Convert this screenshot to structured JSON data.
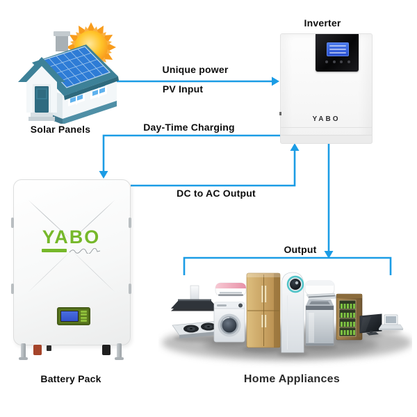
{
  "nodes": {
    "solar": {
      "label": "Solar Panels"
    },
    "inverter": {
      "label": "Inverter",
      "brand": "YABO"
    },
    "battery": {
      "label": "Battery Pack",
      "brand": "YABO"
    },
    "appliances": {
      "label": "Home Appliances"
    }
  },
  "connections": {
    "pv_title": "Unique power",
    "pv_sub": "PV Input",
    "charging": "Day-Time Charging",
    "discharge": "DC to AC Output",
    "output": "Output"
  },
  "colors": {
    "arrow_blue": "#1B9CE5",
    "brand_green": "#76B82A",
    "roof_teal": "#3D8198",
    "panel_blue": "#2E7CD6",
    "lcd_blue": "#3352CC"
  }
}
